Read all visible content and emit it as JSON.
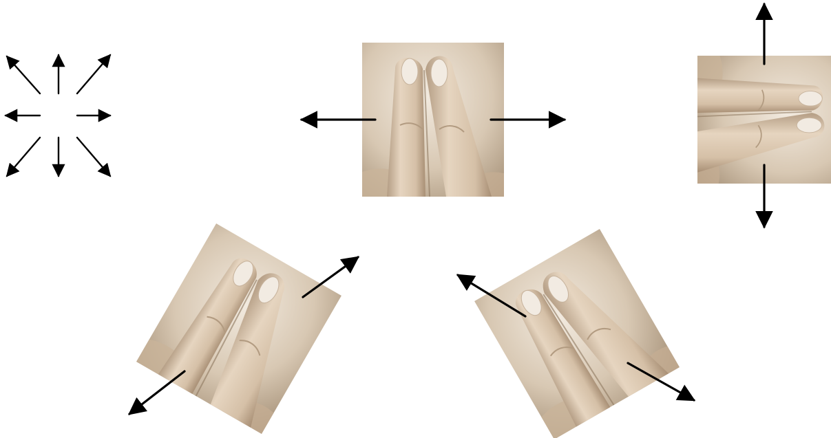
{
  "colors": {
    "background": "#ffffff",
    "arrow": "#000000",
    "photo_light": "#efe6da",
    "photo_mid": "#d7c7b1",
    "photo_dark": "#9f8a70",
    "finger_light": "#e8d8c3",
    "finger_shadow": "#a58f76",
    "nail": "#f3ece4"
  },
  "diagram": {
    "legend": {
      "icon": "eight-direction-arrows-icon",
      "directions": [
        "up-left",
        "up",
        "up-right",
        "left",
        "right",
        "down-left",
        "down",
        "down-right"
      ]
    },
    "panels": [
      {
        "id": "center",
        "icon": "two-finger-spread-gesture-photo",
        "orientation_deg": 0,
        "spread_directions": [
          "left",
          "right"
        ]
      },
      {
        "id": "right",
        "icon": "two-finger-spread-gesture-photo",
        "orientation_deg": 90,
        "spread_directions": [
          "up",
          "down"
        ]
      },
      {
        "id": "bottom-left",
        "icon": "two-finger-spread-gesture-photo",
        "orientation_deg": 30,
        "spread_directions": [
          "up-right",
          "down-left"
        ]
      },
      {
        "id": "bottom-right",
        "icon": "two-finger-spread-gesture-photo",
        "orientation_deg": -30,
        "spread_directions": [
          "up-left",
          "down-right"
        ]
      }
    ]
  }
}
